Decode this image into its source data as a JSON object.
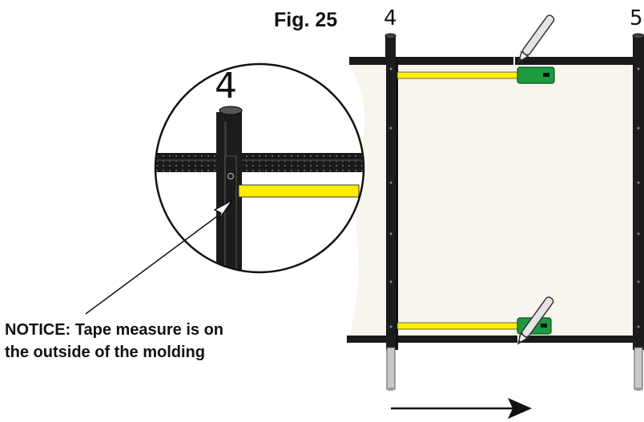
{
  "figure": {
    "title": "Fig. 25",
    "post_labels": [
      "4",
      "5"
    ],
    "zoom_label": "4",
    "notice_lines": [
      "NOTICE: Tape measure is on",
      "the outside of the molding"
    ]
  },
  "colors": {
    "post": "#1c1c1c",
    "rail": "#1a1a1a",
    "tape": "#ffee00",
    "tape_case": "#1e9a3f",
    "panel": "#f7f5ee",
    "ground_pin": "#c8c8c8",
    "pencil": "#e4e4e4"
  },
  "icons": [
    "pencil-icon",
    "tape-measure-icon",
    "direction-arrow-icon",
    "pointer-arrow-icon"
  ]
}
